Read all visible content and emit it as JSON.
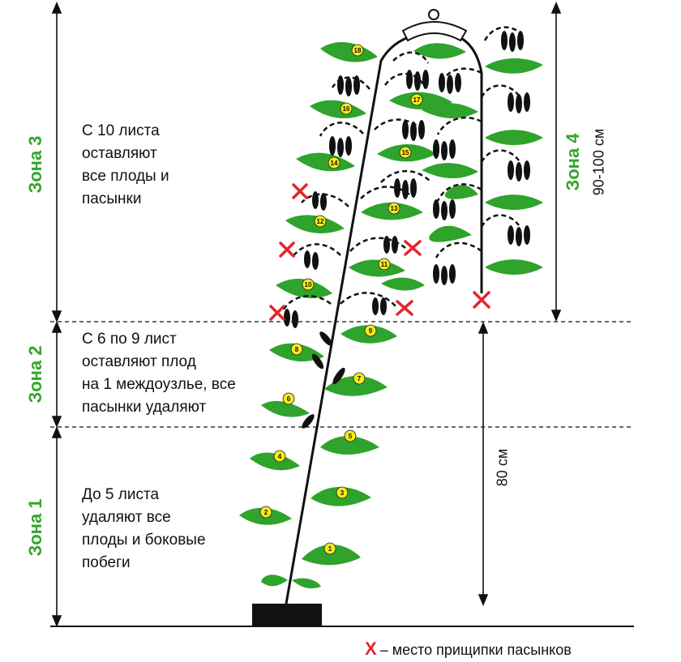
{
  "zones": {
    "zone3": {
      "label": "Зона 3",
      "text": [
        "С 10 листа",
        "оставляют",
        "все плоды и",
        "пасынки"
      ]
    },
    "zone2": {
      "label": "Зона 2",
      "text": [
        "С 6 по 9 лист",
        "оставляют плод",
        "на 1 междоузлье, все",
        "пасынки удаляют"
      ]
    },
    "zone1": {
      "label": "Зона 1",
      "text": [
        "До 5 листа",
        "удаляют все",
        "плоды и боковые",
        "побеги"
      ]
    },
    "zone4": {
      "label": "Зона 4",
      "height": "90-100 см"
    }
  },
  "height_80": "80 см",
  "legend": {
    "symbol": "X",
    "text": "– место прищипки пасынков"
  },
  "leaf_numbers": [
    "1",
    "2",
    "3",
    "4",
    "5",
    "6",
    "7",
    "8",
    "9",
    "10",
    "11",
    "12",
    "13",
    "14",
    "15",
    "16",
    "17",
    "18"
  ],
  "colors": {
    "leaf": "#2fa32b",
    "zone_label": "#33a629",
    "pinch_mark": "#e4252b",
    "leaf_badge": "#f3ea1a"
  }
}
